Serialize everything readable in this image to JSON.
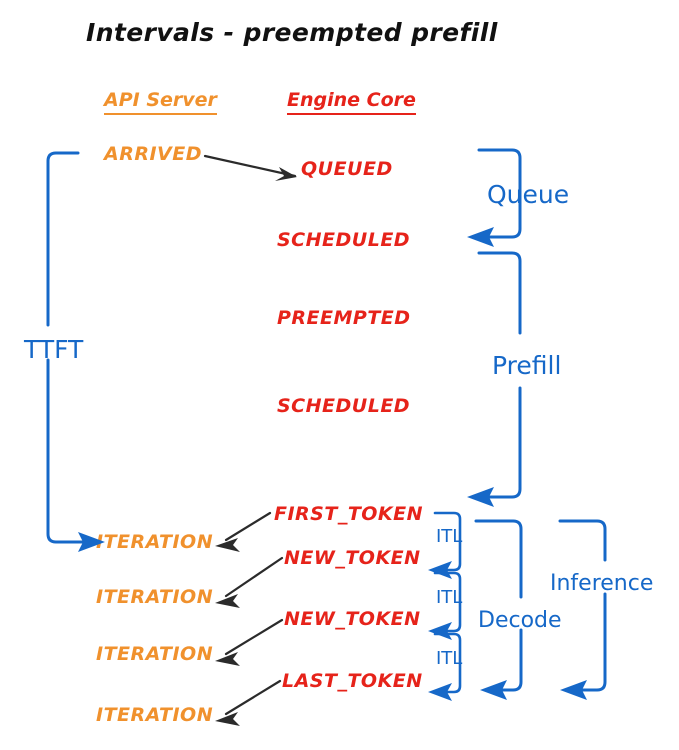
{
  "title": "Intervals - preempted prefill",
  "colors": {
    "api_server": "#F0912D",
    "engine_core": "#E6231A",
    "interval": "#1668C8",
    "arrow": "#2b2b2b",
    "background": "#ffffff"
  },
  "columns": {
    "api_server": "API Server",
    "engine_core": "Engine Core"
  },
  "api_events": [
    {
      "label": "ARRIVED"
    },
    {
      "label": "ITERATION"
    },
    {
      "label": "ITERATION"
    },
    {
      "label": "ITERATION"
    },
    {
      "label": "ITERATION"
    }
  ],
  "engine_events": [
    {
      "label": "QUEUED"
    },
    {
      "label": "SCHEDULED"
    },
    {
      "label": "PREEMPTED"
    },
    {
      "label": "SCHEDULED"
    },
    {
      "label": "FIRST_TOKEN"
    },
    {
      "label": "NEW_TOKEN"
    },
    {
      "label": "NEW_TOKEN"
    },
    {
      "label": "LAST_TOKEN"
    }
  ],
  "intervals": {
    "ttft": "TTFT",
    "queue": "Queue",
    "prefill": "Prefill",
    "itl_1": "ITL",
    "itl_2": "ITL",
    "itl_3": "ITL",
    "decode": "Decode",
    "inference": "Inference"
  }
}
